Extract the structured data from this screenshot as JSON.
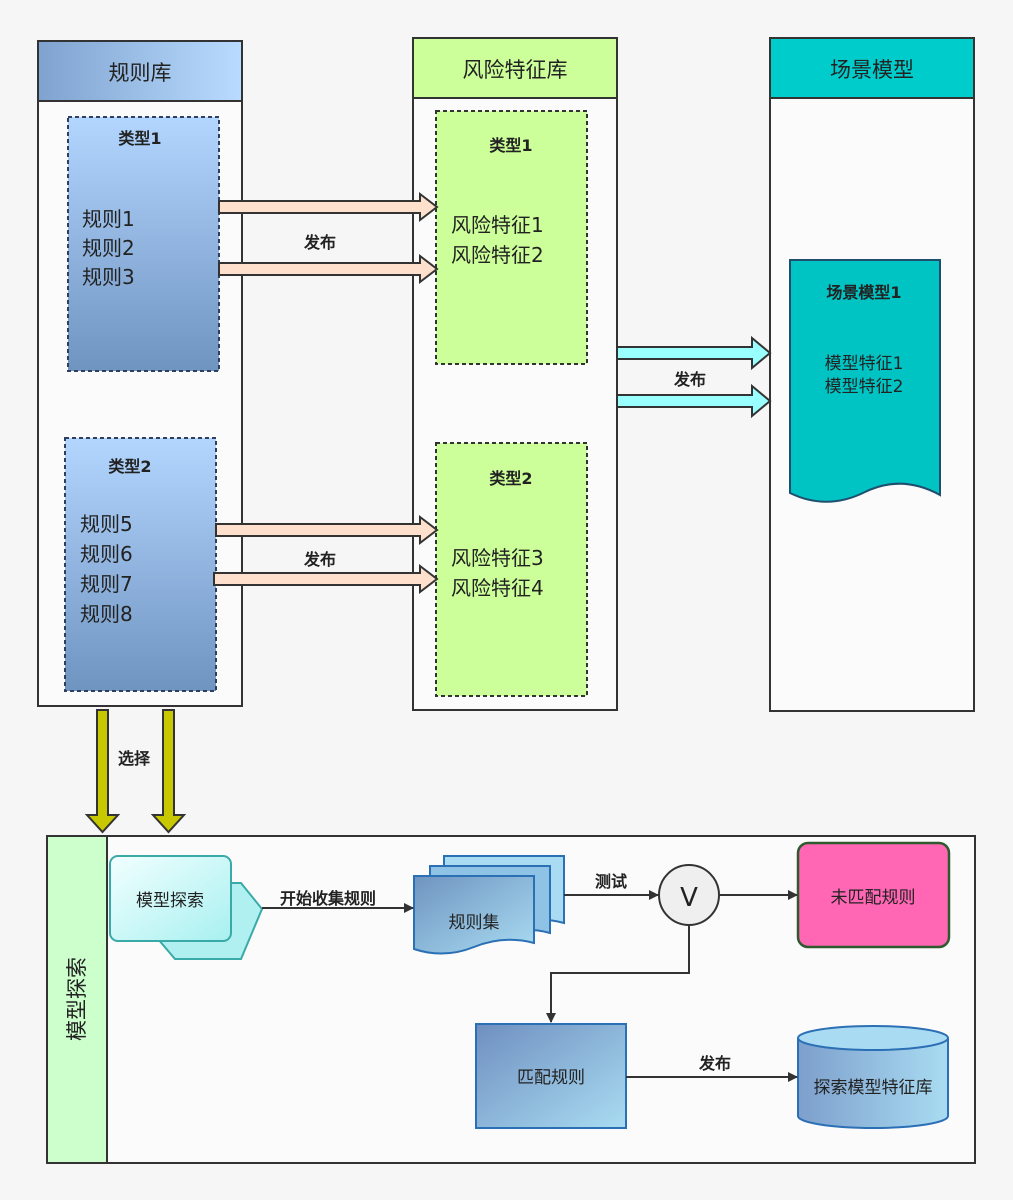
{
  "lanes": {
    "rules": "规则库",
    "risk": "风险特征库",
    "scene": "场景模型",
    "explore": "模型探索"
  },
  "rule_groups": [
    {
      "title": "类型1",
      "items": [
        "规则1",
        "规则2",
        "规则3"
      ]
    },
    {
      "title": "类型2",
      "items": [
        "规则5",
        "规则6",
        "规则7",
        "规则8"
      ]
    }
  ],
  "risk_groups": [
    {
      "title": "类型1",
      "items": [
        "风险特征1",
        "风险特征2"
      ]
    },
    {
      "title": "类型2",
      "items": [
        "风险特征3",
        "风险特征4"
      ]
    }
  ],
  "scene_doc": {
    "title": "场景模型1",
    "items": [
      "模型特征1",
      "模型特征2"
    ]
  },
  "edge_labels": {
    "publish_1": "发布",
    "publish_2": "发布",
    "publish_3": "发布",
    "select": "选择",
    "start_collect": "开始收集规则",
    "test": "测试",
    "publish_4": "发布"
  },
  "explore_nodes": {
    "model_explore": "模型探索",
    "rule_set": "规则集",
    "gate": "V",
    "unmatched": "未匹配规则",
    "matched": "匹配规则",
    "feature_db": "探索模型特征库"
  }
}
